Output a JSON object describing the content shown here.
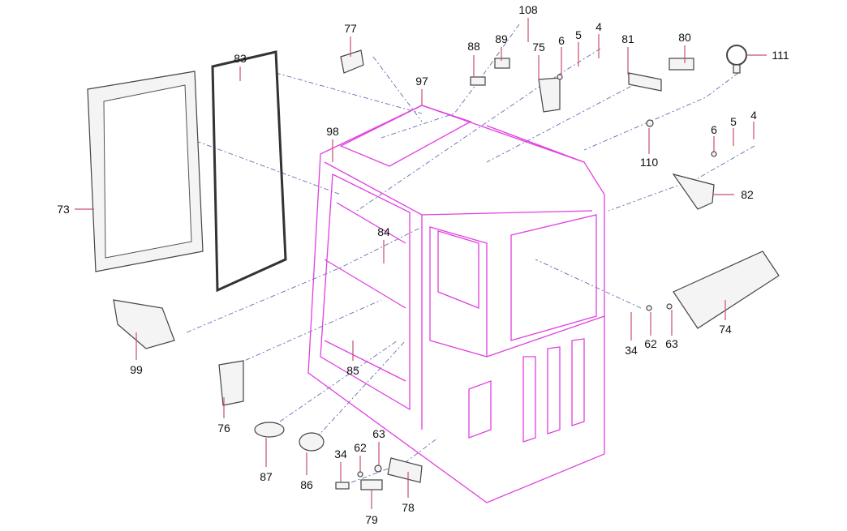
{
  "diagram": {
    "title": "Cab exploded parts diagram",
    "colors": {
      "cab": "#e040e0",
      "leader": "#c8506a",
      "part": "#444444"
    },
    "callouts": [
      {
        "id": "c108",
        "text": "108"
      },
      {
        "id": "c77",
        "text": "77"
      },
      {
        "id": "c4a",
        "text": "4"
      },
      {
        "id": "c5a",
        "text": "5"
      },
      {
        "id": "c6a",
        "text": "6"
      },
      {
        "id": "c81",
        "text": "81"
      },
      {
        "id": "c80",
        "text": "80"
      },
      {
        "id": "c111",
        "text": "111"
      },
      {
        "id": "c83",
        "text": "83"
      },
      {
        "id": "c89",
        "text": "89"
      },
      {
        "id": "c88",
        "text": "88"
      },
      {
        "id": "c75",
        "text": "75"
      },
      {
        "id": "c97",
        "text": "97"
      },
      {
        "id": "c98",
        "text": "98"
      },
      {
        "id": "c110",
        "text": "110"
      },
      {
        "id": "c6b",
        "text": "6"
      },
      {
        "id": "c5b",
        "text": "5"
      },
      {
        "id": "c4b",
        "text": "4"
      },
      {
        "id": "c82",
        "text": "82"
      },
      {
        "id": "c73",
        "text": "73"
      },
      {
        "id": "c84",
        "text": "84"
      },
      {
        "id": "c99",
        "text": "99"
      },
      {
        "id": "c85",
        "text": "85"
      },
      {
        "id": "c34a",
        "text": "34"
      },
      {
        "id": "c62a",
        "text": "62"
      },
      {
        "id": "c63a",
        "text": "63"
      },
      {
        "id": "c74",
        "text": "74"
      },
      {
        "id": "c76",
        "text": "76"
      },
      {
        "id": "c87",
        "text": "87"
      },
      {
        "id": "c86",
        "text": "86"
      },
      {
        "id": "c63b",
        "text": "63"
      },
      {
        "id": "c62b",
        "text": "62"
      },
      {
        "id": "c34b",
        "text": "34"
      },
      {
        "id": "c79",
        "text": "79"
      },
      {
        "id": "c78",
        "text": "78"
      }
    ]
  }
}
